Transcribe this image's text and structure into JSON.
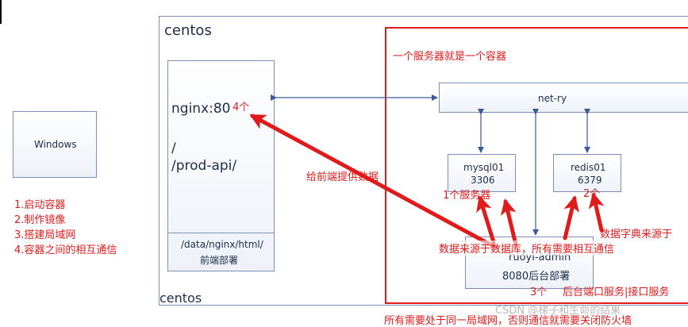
{
  "windows_label": "Windows",
  "centos_label": "centos",
  "nginx": {
    "title": "nginx:80",
    "count": "4个",
    "slash": "/",
    "path": "/prod-api/",
    "html_path": "/data/nginx/html/",
    "html_desc": "前端部署"
  },
  "container_note": "一个服务器就是一个容器",
  "net_label": "net-ry",
  "mysql": {
    "name": "mysql01",
    "port": "3306",
    "note": "1个服务器"
  },
  "redis": {
    "name": "redis01",
    "port": "6379",
    "note": "2个"
  },
  "ruoyi": {
    "name": "ruoyi-admin",
    "desc": "8080后台部署"
  },
  "notes": {
    "provide_data": "给前端提供数据",
    "db_source": "数据来源于数据库，所有需要相互通信",
    "dict_source": "数据字典来源于",
    "three": "3个",
    "backend_service": "后台端口服务|接口服务",
    "same_network": "所有需要处于同一局域网，否则通信就需要关闭防火墙"
  },
  "steps": [
    "1.启动容器",
    "2.制作镜像",
    "3.搭建局域网",
    "4.容器之间的相互通信"
  ],
  "watermark": "CSDN @梯子和生命的结果",
  "colors": {
    "red": "#e01b1b",
    "border": "#7b8fb8",
    "dark": "#1f2d4a"
  }
}
